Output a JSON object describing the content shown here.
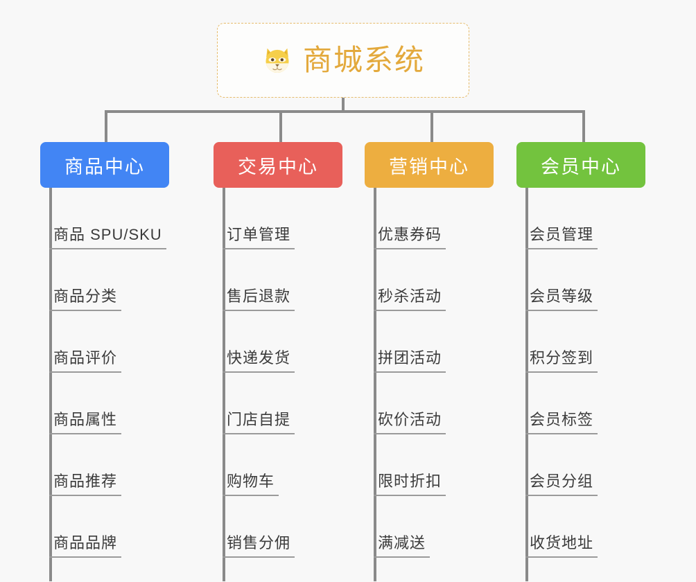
{
  "root": {
    "title": "商城系统",
    "icon": "shiba-dog-icon",
    "border_color": "#e6bb6a",
    "text_color": "#e3a93c"
  },
  "connector_color": "#8a8a8a",
  "background_color": "#f8f8f8",
  "branches": [
    {
      "id": "product-center",
      "label": "商品中心",
      "color": "#4285f4",
      "items": [
        "商品 SPU/SKU",
        "商品分类",
        "商品评价",
        "商品属性",
        "商品推荐",
        "商品品牌"
      ]
    },
    {
      "id": "trade-center",
      "label": "交易中心",
      "color": "#e8605a",
      "items": [
        "订单管理",
        "售后退款",
        "快递发货",
        "门店自提",
        "购物车",
        "销售分佣"
      ]
    },
    {
      "id": "marketing-center",
      "label": "营销中心",
      "color": "#edae40",
      "items": [
        "优惠券码",
        "秒杀活动",
        "拼团活动",
        "砍价活动",
        "限时折扣",
        "满减送"
      ]
    },
    {
      "id": "member-center",
      "label": "会员中心",
      "color": "#73c33e",
      "items": [
        "会员管理",
        "会员等级",
        "积分签到",
        "会员标签",
        "会员分组",
        "收货地址"
      ]
    }
  ]
}
